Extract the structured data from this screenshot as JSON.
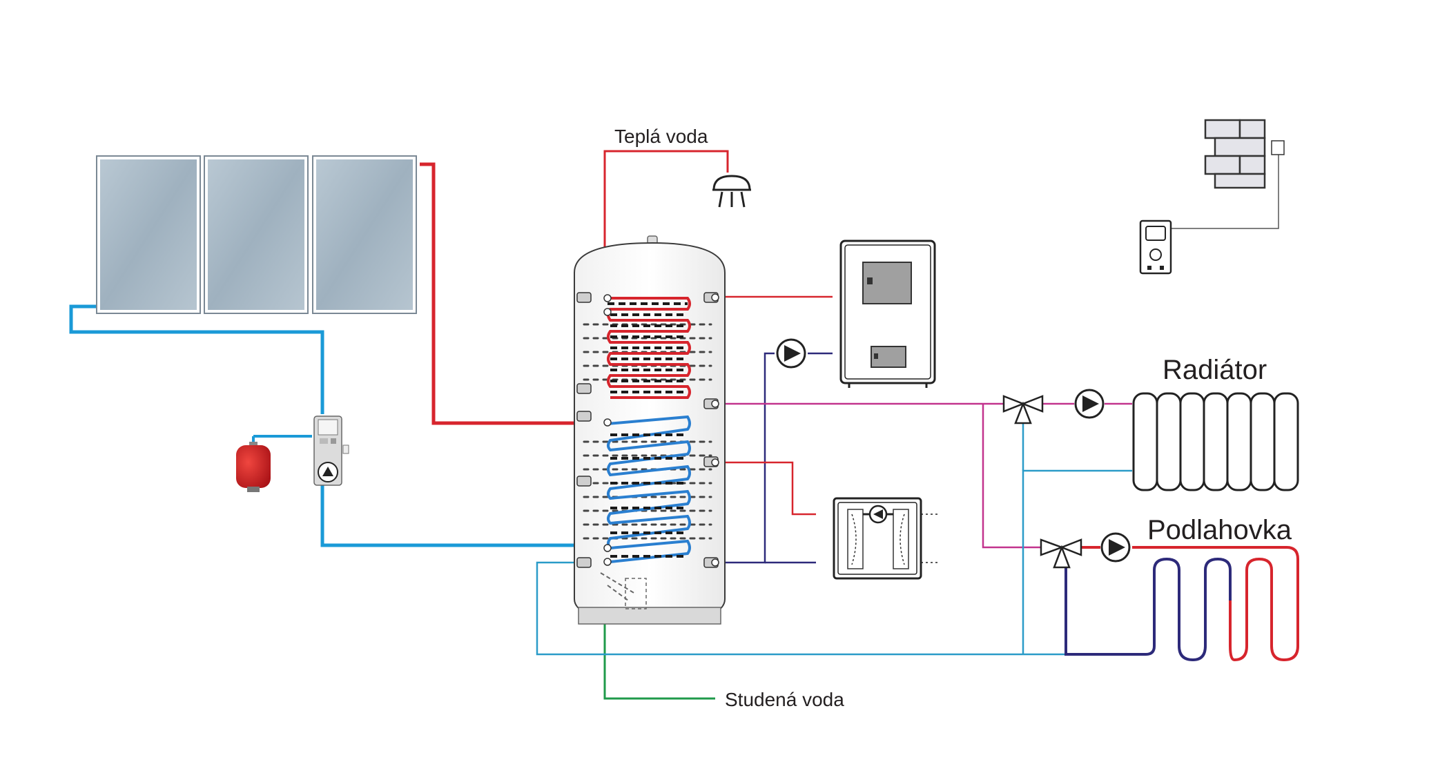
{
  "labels": {
    "hot_water": "Teplá voda",
    "cold_water": "Studená voda",
    "radiator": "Radiátor",
    "floor_heating": "Podlahovka"
  },
  "colors": {
    "hot": "#d7252d",
    "solar_cold": "#1a9ad7",
    "cold_water": "#1f9a4a",
    "heating_supply": "#c2338d",
    "heating_return": "#2d2a7a",
    "return_teal": "#2a9bc8",
    "collector": "#a9bac7",
    "tank_outline": "#3a3a3a",
    "vessel": "#c8151b"
  },
  "icons": [
    "solar-collector-icon",
    "expansion-vessel-icon",
    "solar-pump-station-icon",
    "storage-tank-icon",
    "shower-head-icon",
    "boiler-icon",
    "heat-pump-icon",
    "circulation-pump-icon",
    "mixing-valve-icon",
    "radiator-icon",
    "floor-heating-coil-icon",
    "outdoor-sensor-wall-icon",
    "room-controller-icon"
  ]
}
